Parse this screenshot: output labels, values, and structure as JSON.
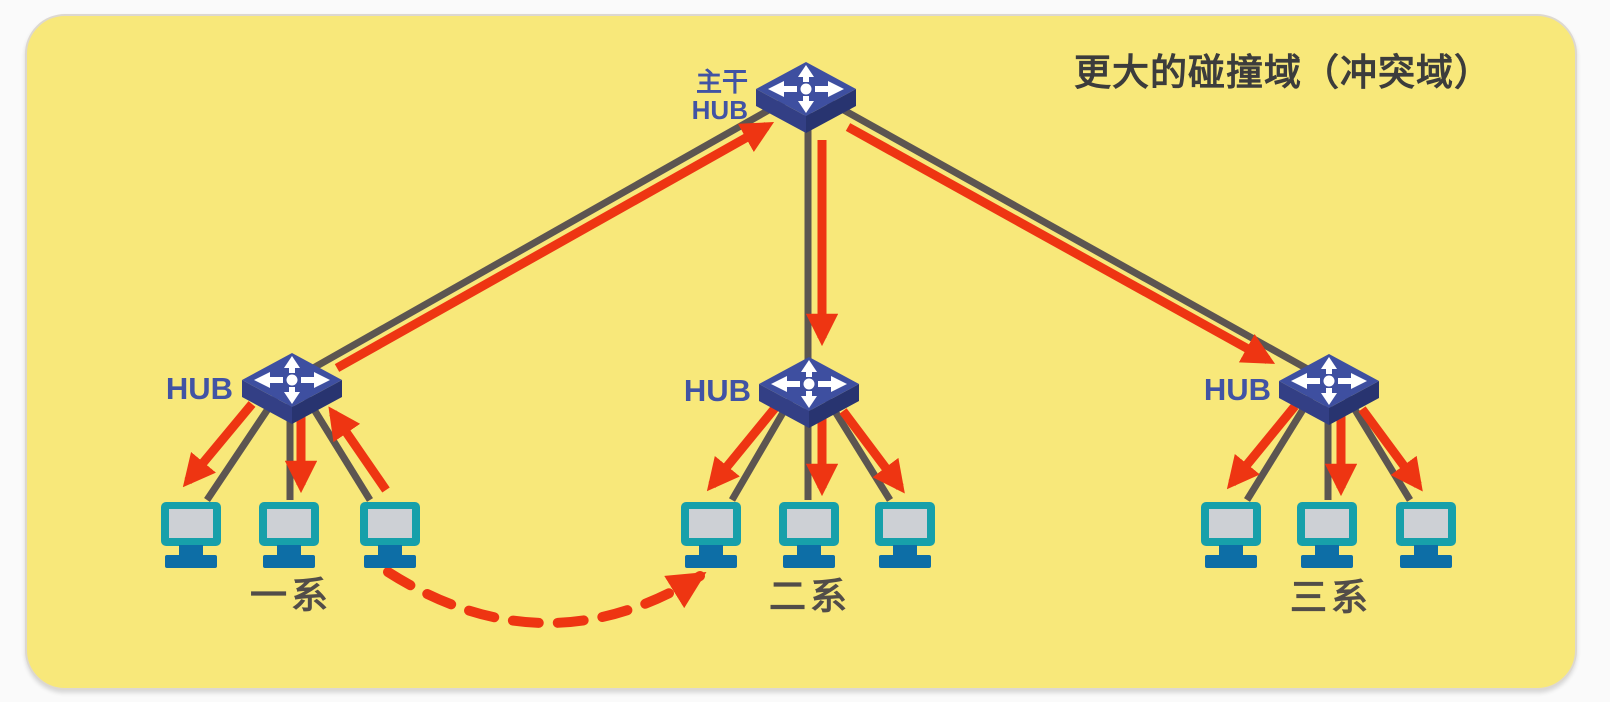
{
  "title": "更大的碰撞域（冲突域）",
  "backbone_hub": {
    "label_top": "主干",
    "label_bottom": "HUB"
  },
  "hubs": [
    {
      "id": "dept1",
      "label": "HUB"
    },
    {
      "id": "dept2",
      "label": "HUB"
    },
    {
      "id": "dept3",
      "label": "HUB"
    }
  ],
  "groups": [
    {
      "label": "一系",
      "computer_count": 3
    },
    {
      "label": "二系",
      "computer_count": 3
    },
    {
      "label": "三系",
      "computer_count": 3
    }
  ],
  "topology": {
    "backbone": "主干 HUB",
    "department_hubs": [
      "HUB (一系)",
      "HUB (二系)",
      "HUB (三系)"
    ],
    "trunk_links": [
      {
        "between": [
          "HUB (一系)",
          "主干 HUB"
        ],
        "red_arrow": "指向主干 HUB（向上）"
      },
      {
        "between": [
          "主干 HUB",
          "HUB (二系)"
        ],
        "red_arrow": "指向 HUB (二系)（向下）"
      },
      {
        "between": [
          "主干 HUB",
          "HUB (三系)"
        ],
        "red_arrow": "指向 HUB (三系)（向下）"
      }
    ],
    "access_links": [
      {
        "hub": "HUB (一系)",
        "pc": "一系 PC1",
        "red_arrow": "指向 PC"
      },
      {
        "hub": "HUB (一系)",
        "pc": "一系 PC2",
        "red_arrow": "指向 PC"
      },
      {
        "hub": "HUB (一系)",
        "pc": "一系 PC3",
        "red_arrow": "指向 HUB（发送方）"
      },
      {
        "hub": "HUB (二系)",
        "pc": "二系 PC1",
        "red_arrow": "指向 PC"
      },
      {
        "hub": "HUB (二系)",
        "pc": "二系 PC2",
        "red_arrow": "指向 PC"
      },
      {
        "hub": "HUB (二系)",
        "pc": "二系 PC3",
        "red_arrow": "指向 PC"
      },
      {
        "hub": "HUB (三系)",
        "pc": "三系 PC1",
        "red_arrow": "指向 PC"
      },
      {
        "hub": "HUB (三系)",
        "pc": "三系 PC2",
        "red_arrow": "指向 PC"
      },
      {
        "hub": "HUB (三系)",
        "pc": "三系 PC3",
        "red_arrow": "指向 PC"
      }
    ],
    "dashed_arrow": {
      "from": "一系 PC3",
      "to": "二系 PC1",
      "style": "红色虚线弧形箭头"
    }
  },
  "colors": {
    "panel_background": "#F8E87A",
    "cable_gray": "#5C5551",
    "flow_red": "#EE3512",
    "hub_body_blue": "#3E4FA0",
    "hub_label_blue": "#4153A4",
    "monitor_frame_teal": "#17A0AA",
    "monitor_screen_gray": "#CDD0D5",
    "monitor_stand_blue": "#0D6EA6",
    "title_text": "#3C3C3C",
    "group_label_text": "#524D49"
  }
}
